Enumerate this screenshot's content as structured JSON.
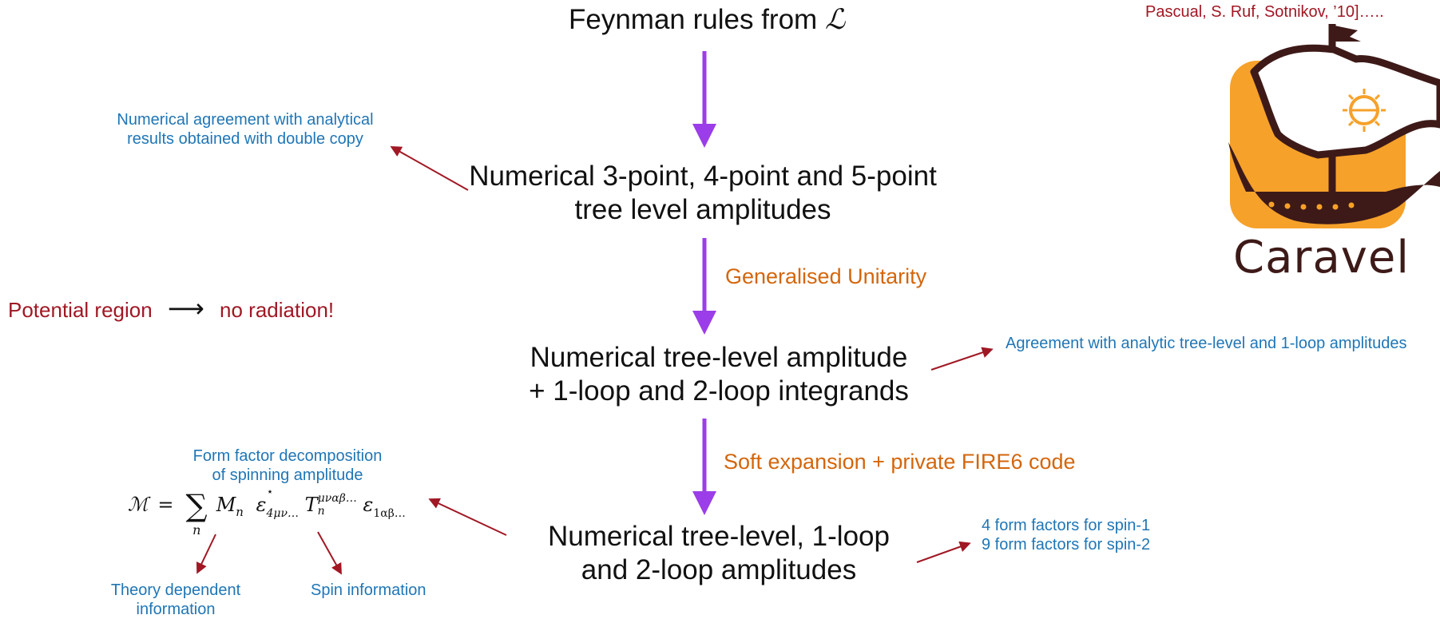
{
  "colors": {
    "arrow_main": "#9b3de8",
    "arrow_side": "#a01824",
    "text_main": "#111111",
    "text_orange": "#d4660c",
    "text_blue": "#1f76b6",
    "text_red": "#a01824",
    "logo_orange": "#f6a12a",
    "logo_brown": "#3d1a18"
  },
  "flow": {
    "step1": {
      "text": "Feynman rules from ",
      "symbol": "ℒ"
    },
    "step2": {
      "line1": "Numerical 3-point, 4-point and 5-point",
      "line2": "tree level amplitudes"
    },
    "step3": {
      "line1": "Numerical tree-level amplitude",
      "line2": "+ 1-loop and 2-loop integrands"
    },
    "step4": {
      "line1": "Numerical tree-level, 1-loop",
      "line2": "and 2-loop amplitudes"
    },
    "method1": "Generalised Unitarity",
    "method2": "Soft expansion + private FIRE6 code"
  },
  "annotations": {
    "double_copy": "Numerical agreement with analytical\nresults obtained with double copy",
    "analytic_agreement": "Agreement with analytic tree-level and 1-loop amplitudes",
    "form_factors_count": "4 form factors for spin-1\n9 form factors for spin-2",
    "form_factor_decomposition": "Form factor decomposition\nof spinning amplitude",
    "theory_dependent": "Theory dependent\ninformation",
    "spin_information": "Spin information",
    "potential_region_left": "Potential region",
    "potential_region_arrow": "⟶",
    "potential_region_right": "no radiation!"
  },
  "formula": {
    "lhs": "ℳ",
    "eq": "=",
    "sum": "∑",
    "sum_index": "n",
    "coef": "M",
    "coef_sub": "n",
    "eps1": "ε",
    "eps1_sup": "⋆",
    "eps1_sub": "4μν…",
    "tensor": "T",
    "tensor_sup": "μναβ…",
    "tensor_sub": "n",
    "eps2": "ε",
    "eps2_sub": "1αβ…"
  },
  "citation": "Pascual, S. Ruf, Sotnikov, ’10]…..",
  "logo": {
    "name": "Caravel",
    "icon": "caravel-ship-icon"
  }
}
